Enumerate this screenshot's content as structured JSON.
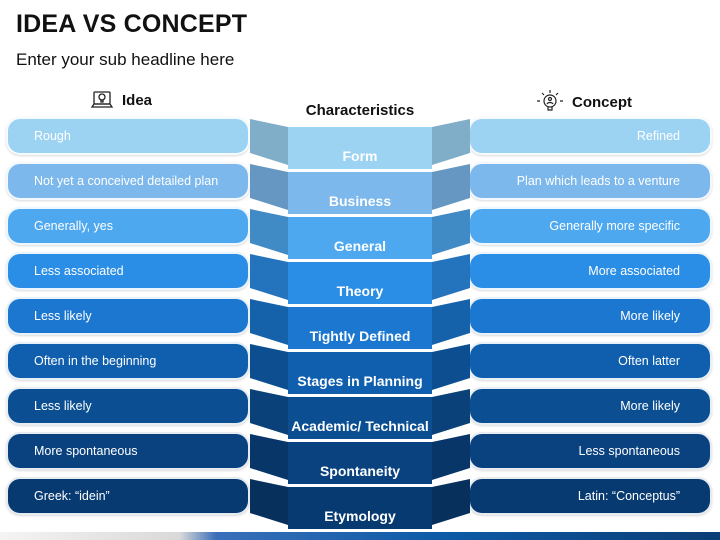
{
  "title": "IDEA VS CONCEPT",
  "subtitle": "Enter your sub headline here",
  "columns": {
    "idea": "Idea",
    "characteristics": "Characteristics",
    "concept": "Concept"
  },
  "icons": {
    "idea": "idea-laptop-bulb-icon",
    "concept": "concept-lightbulb-icon"
  },
  "rows": [
    {
      "idea": "Rough",
      "characteristic": "Form",
      "concept": "Refined",
      "color": "#9cd3f3"
    },
    {
      "idea": "Not yet a conceived detailed plan",
      "characteristic": "Business",
      "concept": "Plan which leads to a venture",
      "color": "#7cb8ec"
    },
    {
      "idea": "Generally, yes",
      "characteristic": "General",
      "concept": "Generally more specific",
      "color": "#4ea8f0"
    },
    {
      "idea": "Less associated",
      "characteristic": "Theory",
      "concept": "More associated",
      "color": "#2b8ee6"
    },
    {
      "idea": "Less likely",
      "characteristic": "Tightly Defined",
      "concept": "More likely",
      "color": "#1b77cf"
    },
    {
      "idea": "Often in the beginning",
      "characteristic": "Stages in Planning",
      "concept": "Often latter",
      "color": "#0f5fae"
    },
    {
      "idea": "Less likely",
      "characteristic": "Academic/ Technical",
      "concept": "More likely",
      "color": "#0b4f92"
    },
    {
      "idea": "More spontaneous",
      "characteristic": "Spontaneity",
      "concept": "Less spontaneous",
      "color": "#0a4280"
    },
    {
      "idea": "Greek: “idein”",
      "characteristic": "Etymology",
      "concept": "Latin: “Conceptus”",
      "color": "#083a72"
    }
  ]
}
